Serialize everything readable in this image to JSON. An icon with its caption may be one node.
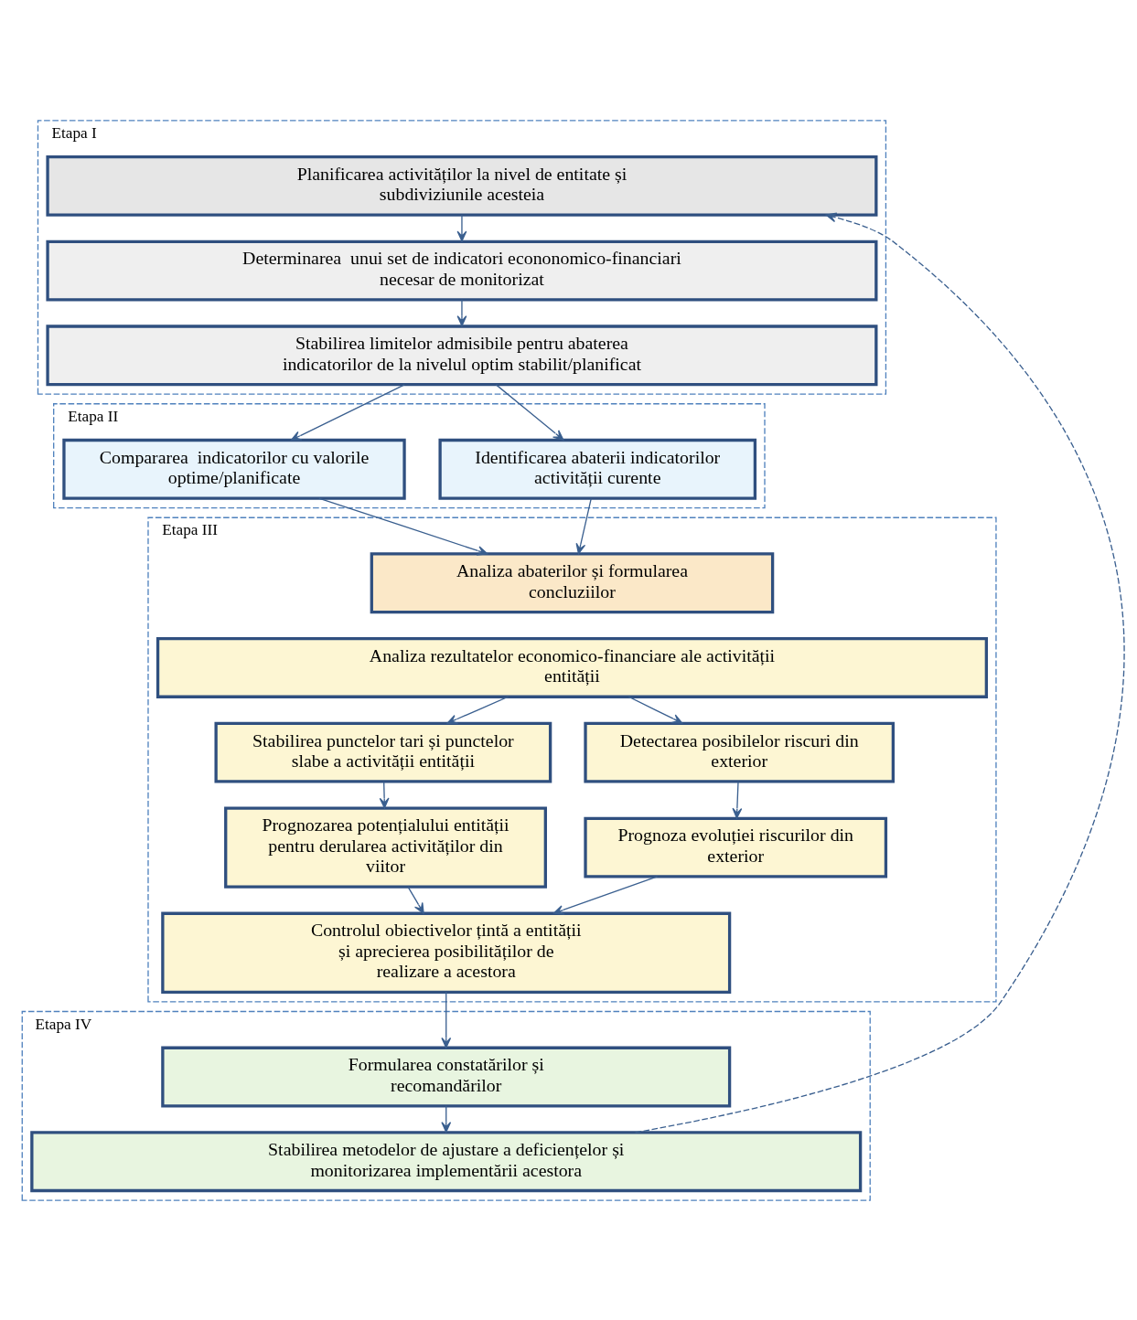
{
  "diagram": {
    "nodes": [
      {
        "text": [
          "Etapa I"
        ]
      },
      {
        "text": [
          "Planificarea activităților la nivel de entitate și subdiviziunile acesteia"
        ],
        "in": 0
      },
      {
        "text": [
          "Determinarea  unui set de indicatori econonomico-financiari necesar de monitorizat"
        ],
        "in": 0
      },
      {
        "text": [
          "Stabilirea limitelor admisibile pentru abaterea indicatorilor de la nivelul optim stabilit/planificat"
        ],
        "in": 0
      },
      {
        "text": [
          "Etapa II"
        ]
      },
      {
        "text": [
          "Identificarea abaterii indicatorilor activității curente"
        ],
        "in": 4
      },
      {
        "text": [
          "Compararea  indicatorilor cu valorile optime/planificate"
        ],
        "in": 4
      },
      {
        "text": [
          "Etapa III"
        ]
      },
      {
        "text": [
          "Analiza abaterilor și formularea concluziilor"
        ],
        "in": 7
      },
      {
        "text": [
          "Analiza rezultatelor economico-financiare ale activității entității"
        ],
        "in": 7
      },
      {
        "text": [
          "Stabilirea punctelor tari și punctelor slabe a activității entității"
        ],
        "in": 7
      },
      {
        "text": [
          "Detectarea posibilelor riscuri din exterior"
        ],
        "in": 7
      },
      {
        "text": [
          "Prognozarea potențialului entității pentru derularea activităților din viitor"
        ],
        "in": 7
      },
      {
        "text": [
          "Prognoza evoluției riscurilor din exterior"
        ],
        "in": 7
      },
      {
        "text": [
          "Controlul obiectivelor țintă a entității și aprecierea posibilităților de realizare a acestora"
        ],
        "in": 7
      },
      {
        "text": [
          "Etapa IV"
        ]
      },
      {
        "text": [
          "Formularea constatărilor și recomandărilor"
        ],
        "in": 15
      },
      {
        "text": [
          "Stabilirea metodelor de ajustare a deficiențelor și monitorizarea implementării acestora"
        ],
        "in": 15
      }
    ],
    "edges": [
      {
        "from": 1,
        "to": 2,
        "arrow": "to"
      },
      {
        "from": 2,
        "to": 3,
        "arrow": "to"
      },
      {
        "from": 3,
        "to": 5,
        "arrow": "to"
      },
      {
        "from": 3,
        "to": 6,
        "arrow": "to"
      },
      {
        "from": 5,
        "to": 8,
        "arrow": "to"
      },
      {
        "from": 6,
        "to": 8,
        "arrow": "to"
      },
      {
        "from": 9,
        "to": 10,
        "arrow": "to"
      },
      {
        "from": 9,
        "to": 11,
        "arrow": "to"
      },
      {
        "from": 10,
        "to": 12,
        "arrow": "to"
      },
      {
        "from": 11,
        "to": 13,
        "arrow": "to"
      },
      {
        "from": 12,
        "to": 14,
        "arrow": "to"
      },
      {
        "from": 13,
        "to": 14,
        "arrow": "to"
      },
      {
        "from": 14,
        "to": 16,
        "arrow": "to"
      },
      {
        "from": 16,
        "to": 17,
        "arrow": "to"
      },
      {
        "from": 17,
        "to": 1,
        "arrow": "to",
        "style": "dashed"
      }
    ]
  }
}
